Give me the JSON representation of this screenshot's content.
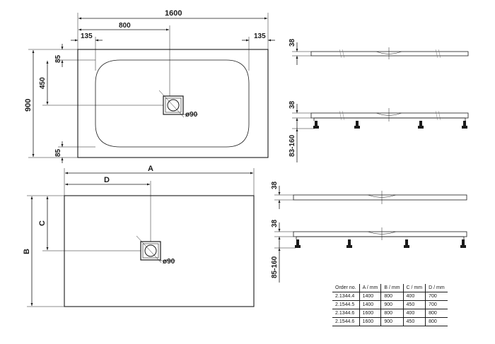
{
  "top_view": {
    "total_length": "1600",
    "half_length": "800",
    "edge_left": "135",
    "edge_right": "135",
    "width": "900",
    "half_width": "450",
    "edge_top": "85",
    "edge_bottom": "85",
    "drain": "ø90"
  },
  "generic_view": {
    "length": "A",
    "drain_x": "D",
    "width": "B",
    "drain_y": "C",
    "drain": "ø90"
  },
  "side_views": {
    "height_a": "38",
    "height_b": "38",
    "foot_range_b": "83-160",
    "height_c": "38",
    "height_d": "38",
    "foot_range_d": "85-160"
  },
  "order_table": {
    "headers": [
      "Order no.",
      "A / mm",
      "B / mm",
      "C / mm",
      "D / mm"
    ],
    "rows": [
      [
        "2.1344.4",
        "1400",
        "800",
        "400",
        "700"
      ],
      [
        "2.1544.5",
        "1400",
        "900",
        "450",
        "700"
      ],
      [
        "2.1344.6",
        "1600",
        "800",
        "400",
        "800"
      ],
      [
        "2.1544.6",
        "1600",
        "900",
        "450",
        "800"
      ]
    ]
  }
}
